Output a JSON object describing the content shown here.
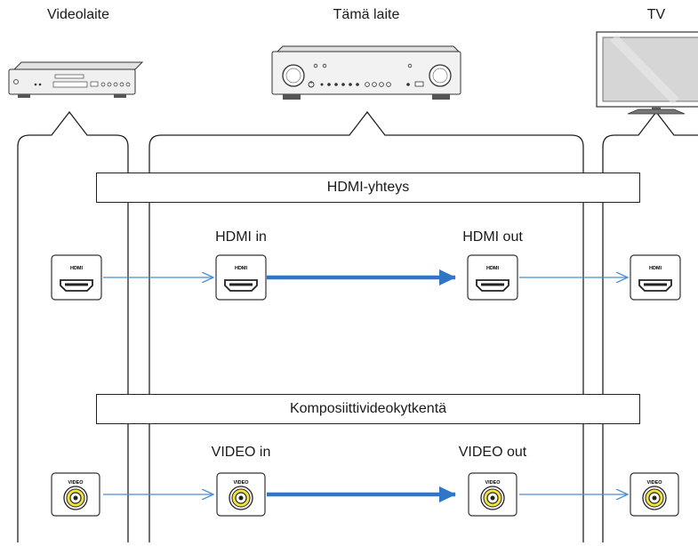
{
  "devices": {
    "source": "Videolaite",
    "receiver": "Tämä laite",
    "tv": "TV"
  },
  "sections": {
    "hdmi": "HDMI-yhteys",
    "composite": "Komposiittivideokytkentä"
  },
  "ports": {
    "hdmi_in": "HDMI in",
    "hdmi_out": "HDMI out",
    "video_in": "VIDEO in",
    "video_out": "VIDEO out"
  },
  "badges": {
    "hdmi": "HDMI",
    "video": "VIDEO"
  },
  "colors": {
    "thin_arrow": "#4a8ed4",
    "thick_arrow": "#2f77c6",
    "rca_yellow": "#f3e23a",
    "outline": "#222222"
  }
}
